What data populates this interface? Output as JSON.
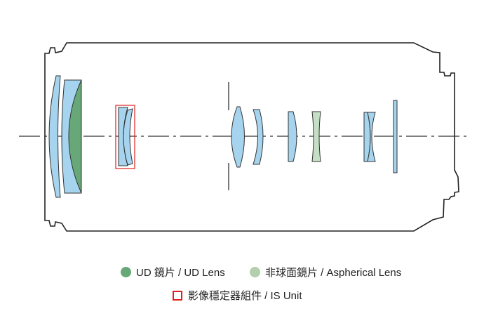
{
  "colors": {
    "lens": "#a6d4ee",
    "ud": "#68a878",
    "aspherical": "#c5dfc4",
    "is_box": "#e02020",
    "outline": "#222222"
  },
  "legend": {
    "ud": "UD 鏡片 /  UD Lens",
    "aspherical": "非球面鏡片 / Aspherical Lens",
    "is_unit": "影像穩定器組件 / IS Unit"
  }
}
